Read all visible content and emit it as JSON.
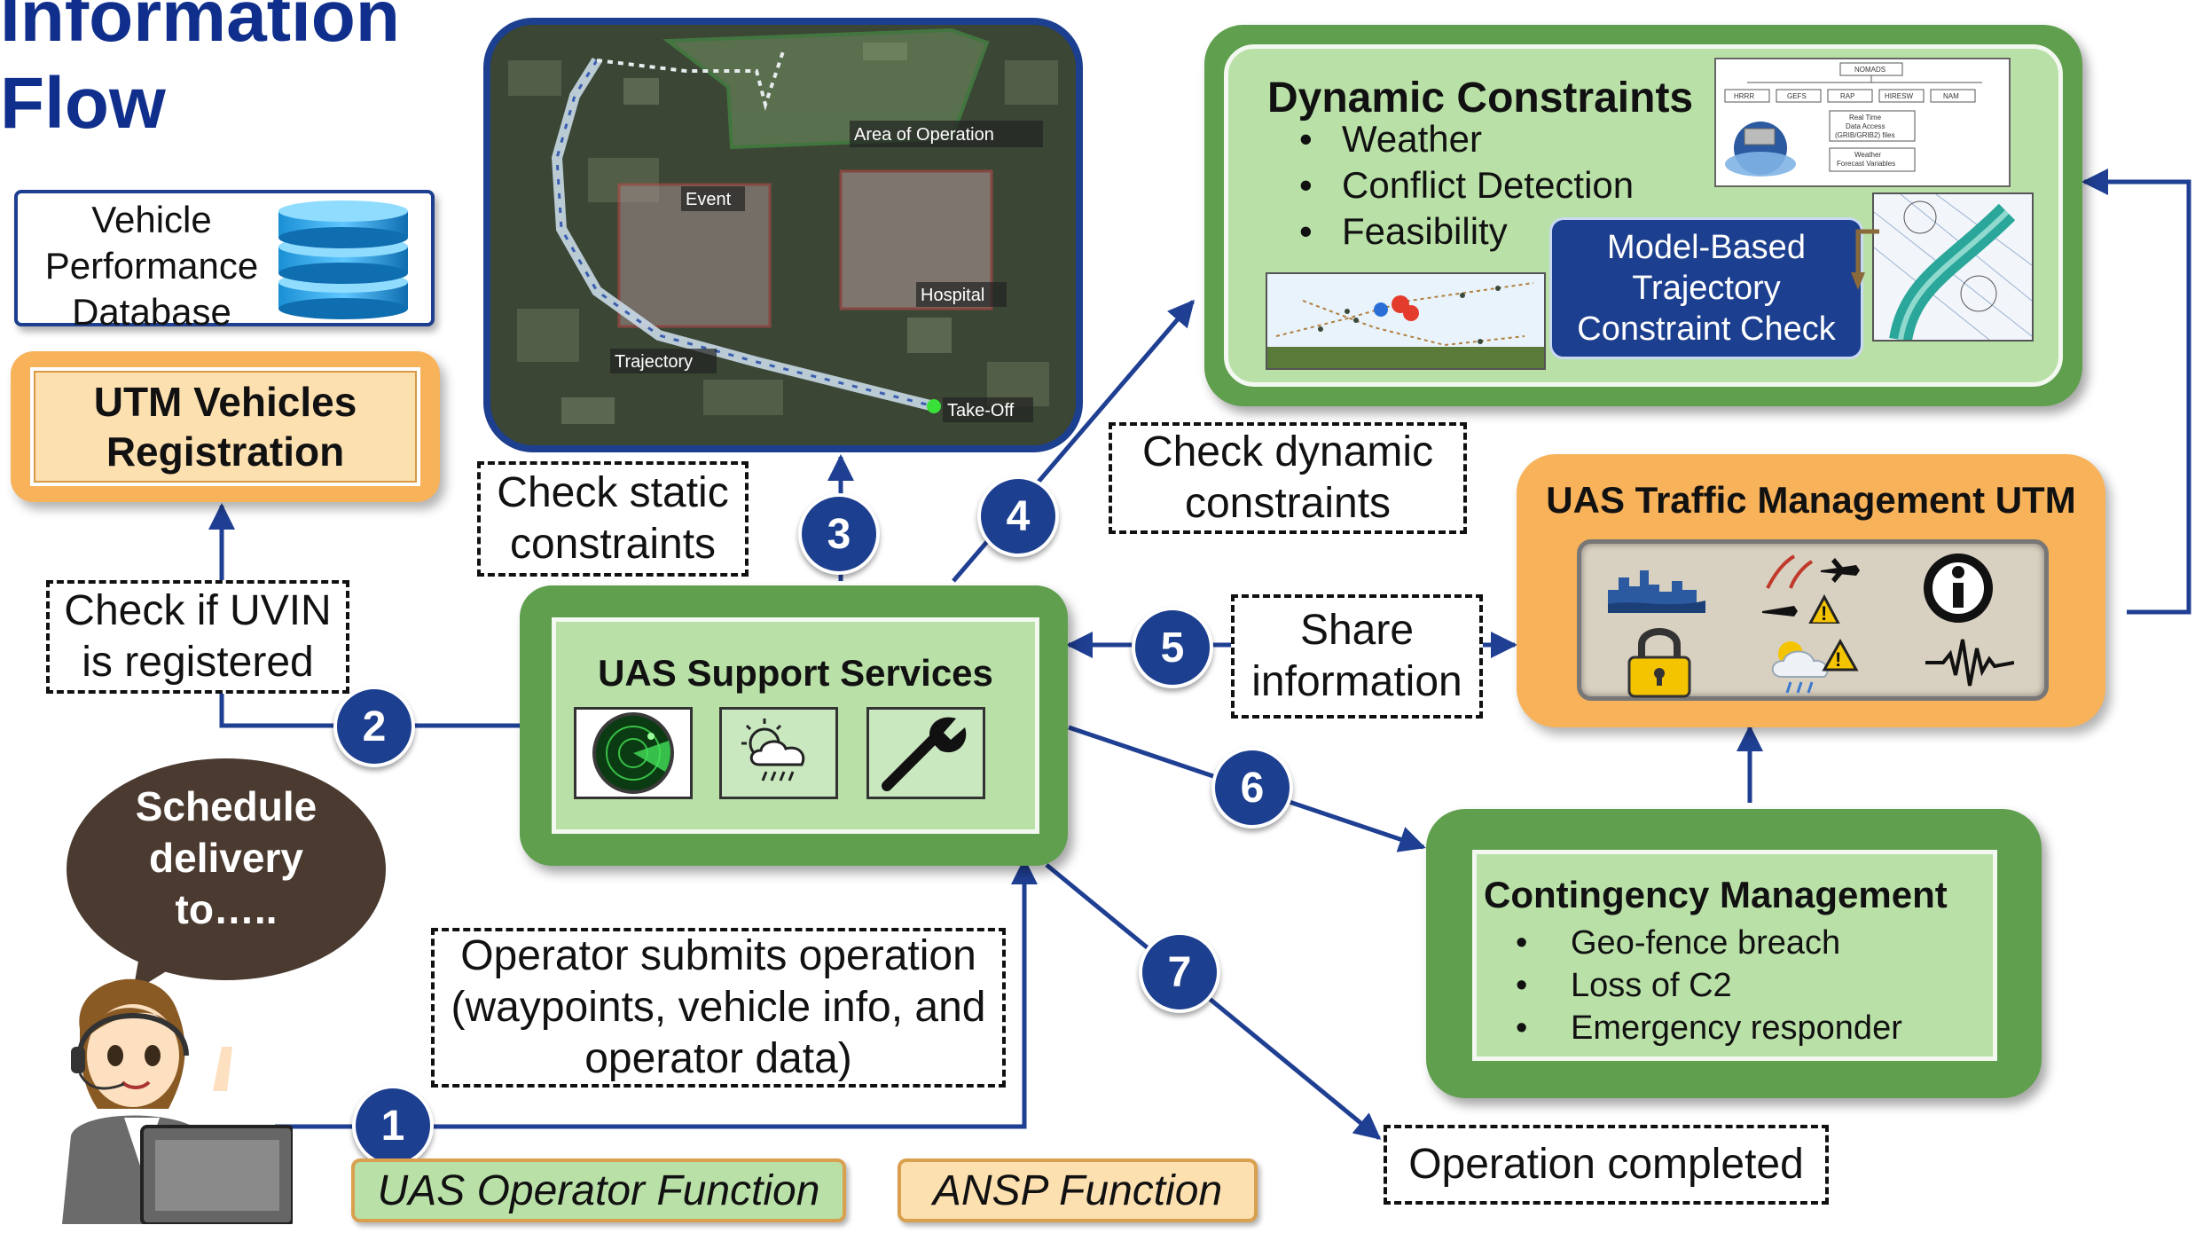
{
  "title": {
    "line1": "Information",
    "line2": "Flow"
  },
  "vehicle_db": {
    "label_line1": "Vehicle",
    "label_line2": "Performance",
    "label_line3": "Database"
  },
  "registration": {
    "line1": "UTM Vehicles",
    "line2": "Registration"
  },
  "map": {
    "labels": {
      "area": "Area of Operation",
      "event": "Event",
      "hospital": "Hospital",
      "trajectory": "Trajectory",
      "takeoff": "Take-Off"
    }
  },
  "dynamic": {
    "title": "Dynamic Constraints",
    "items": [
      "Weather",
      "Conflict Detection",
      "Feasibility"
    ],
    "model_line1": "Model-Based",
    "model_line2": "Trajectory",
    "model_line3": "Constraint Check",
    "nomads": {
      "root": "NOMADS",
      "children": [
        "HRRR",
        "GEFS",
        "RAP",
        "HIRESW",
        "NAM"
      ],
      "rt1": "Real Time",
      "rt2": "Data Access",
      "rt3": "(GRIB/GRIB2) files",
      "wf1": "Weather",
      "wf2": "Forecast Variables"
    }
  },
  "support": {
    "title": "UAS Support Services"
  },
  "utm": {
    "title": "UAS Traffic Management UTM"
  },
  "contingency": {
    "title": "Contingency Management",
    "items": [
      "Geo-fence breach",
      "Loss of C2",
      "Emergency responder"
    ]
  },
  "bubble": {
    "line1": "Schedule",
    "line2": "delivery",
    "line3": "to….."
  },
  "labels": {
    "check_static_1": "Check static",
    "check_static_2": "constraints",
    "check_dynamic_1": "Check dynamic",
    "check_dynamic_2": "constraints",
    "check_uvin_1": "Check if UVIN",
    "check_uvin_2": "is registered",
    "share_1": "Share",
    "share_2": "information",
    "operator_1": "Operator submits operation",
    "operator_2": "(waypoints, vehicle info, and",
    "operator_3": "operator data)",
    "completed": "Operation completed"
  },
  "steps": [
    "1",
    "2",
    "3",
    "4",
    "5",
    "6",
    "7"
  ],
  "legend": {
    "operator": "UAS Operator Function",
    "ansp": "ANSP Function"
  },
  "colors": {
    "navy": "#1d3f8f",
    "green": "#5f9f4e",
    "light_green": "#b9e0a7",
    "orange": "#f8b25a",
    "light_orange": "#fde0b0",
    "arrow": "#1f3f93"
  }
}
